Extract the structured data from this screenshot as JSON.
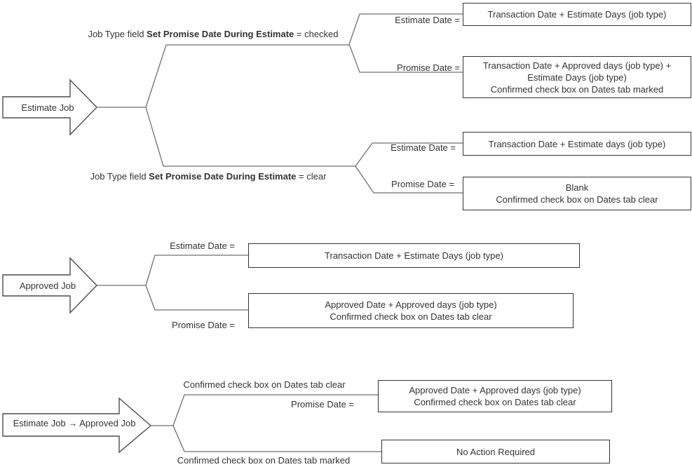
{
  "colors": {
    "background": "#ffffff",
    "text": "#333333",
    "connector": "#6f6f6f",
    "box_border": "#333333",
    "arrow_border": "#4d4d4d"
  },
  "sections": [
    {
      "arrow_label": "Estimate Job",
      "branch_top": {
        "prefix": "Job Type field ",
        "bold": "Set Promise Date During Estimate",
        "suffix": " = checked"
      },
      "branch_bottom": {
        "prefix": "Job Type field ",
        "bold": "Set Promise Date During Estimate",
        "suffix": " = clear"
      },
      "leaves": [
        {
          "label": "Estimate Date =",
          "lines": [
            "Transaction Date + Estimate Days (job type)"
          ]
        },
        {
          "label": "Promise Date =",
          "lines": [
            "Transaction Date + Approved days (job type) +",
            "Estimate Days (job type)",
            "Confirmed check box on Dates tab marked"
          ]
        },
        {
          "label": "Estimate Date =",
          "lines": [
            "Transaction Date + Estimate days (job type)"
          ]
        },
        {
          "label": "Promise Date =",
          "lines": [
            "Blank",
            "Confirmed check box on Dates tab clear"
          ]
        }
      ]
    },
    {
      "arrow_label": "Approved Job",
      "leaves": [
        {
          "label": "Estimate Date =",
          "lines": [
            "Transaction Date + Estimate Days (job type)"
          ]
        },
        {
          "label": "Promise Date =",
          "lines": [
            "Approved Date + Approved days (job type)",
            "Confirmed check box on Dates tab clear"
          ]
        }
      ]
    },
    {
      "arrow_label": "Estimate Job → Approved Job",
      "branch_top_label": "Confirmed check box on Dates tab clear",
      "branch_bottom_label": "Confirmed check box on Dates tab marked",
      "leaves": [
        {
          "label": "Promise Date =",
          "lines": [
            "Approved Date + Approved days (job type)",
            "Confirmed check box on Dates tab clear"
          ]
        },
        {
          "label": "",
          "lines": [
            "No Action Required"
          ]
        }
      ]
    }
  ]
}
